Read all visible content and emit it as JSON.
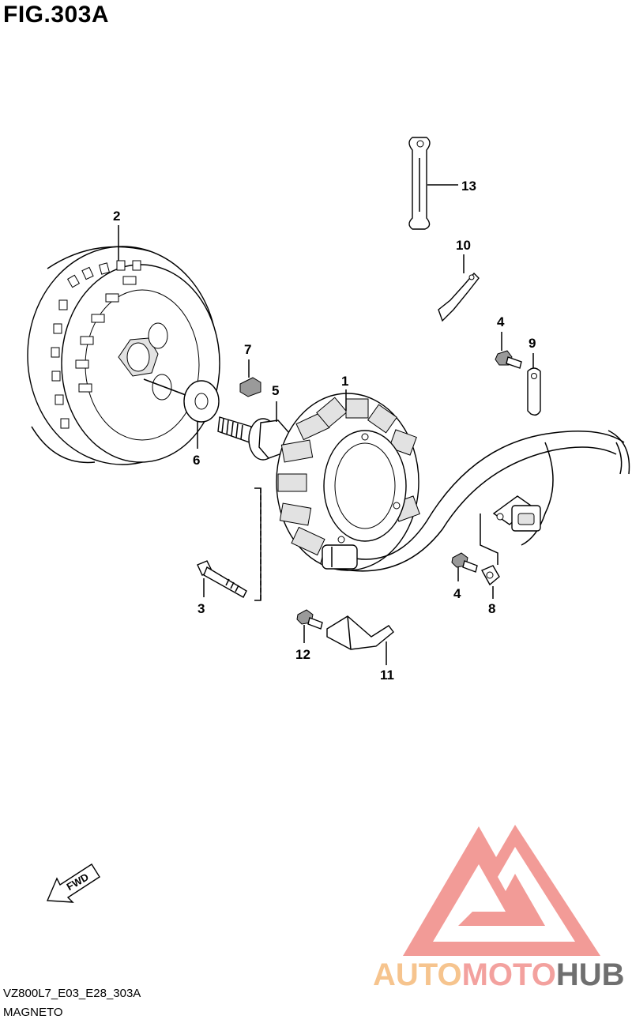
{
  "figure": {
    "title": "FIG.303A",
    "code": "VZ800L7_E03_E28_303A",
    "section_name": "MAGNETO"
  },
  "direction_arrow": {
    "label": "FWD"
  },
  "callouts": [
    "1",
    "2",
    "3",
    "4",
    "4",
    "5",
    "6",
    "7",
    "8",
    "9",
    "10",
    "11",
    "12",
    "13"
  ],
  "watermark": {
    "part1": "AUTO",
    "part2": "MOTO",
    "part3": "HUB",
    "colors": {
      "auto": "#f6c48e",
      "moto": "#f3a19e",
      "hub": "#6f6f6f",
      "logo": "#f08a86"
    }
  }
}
